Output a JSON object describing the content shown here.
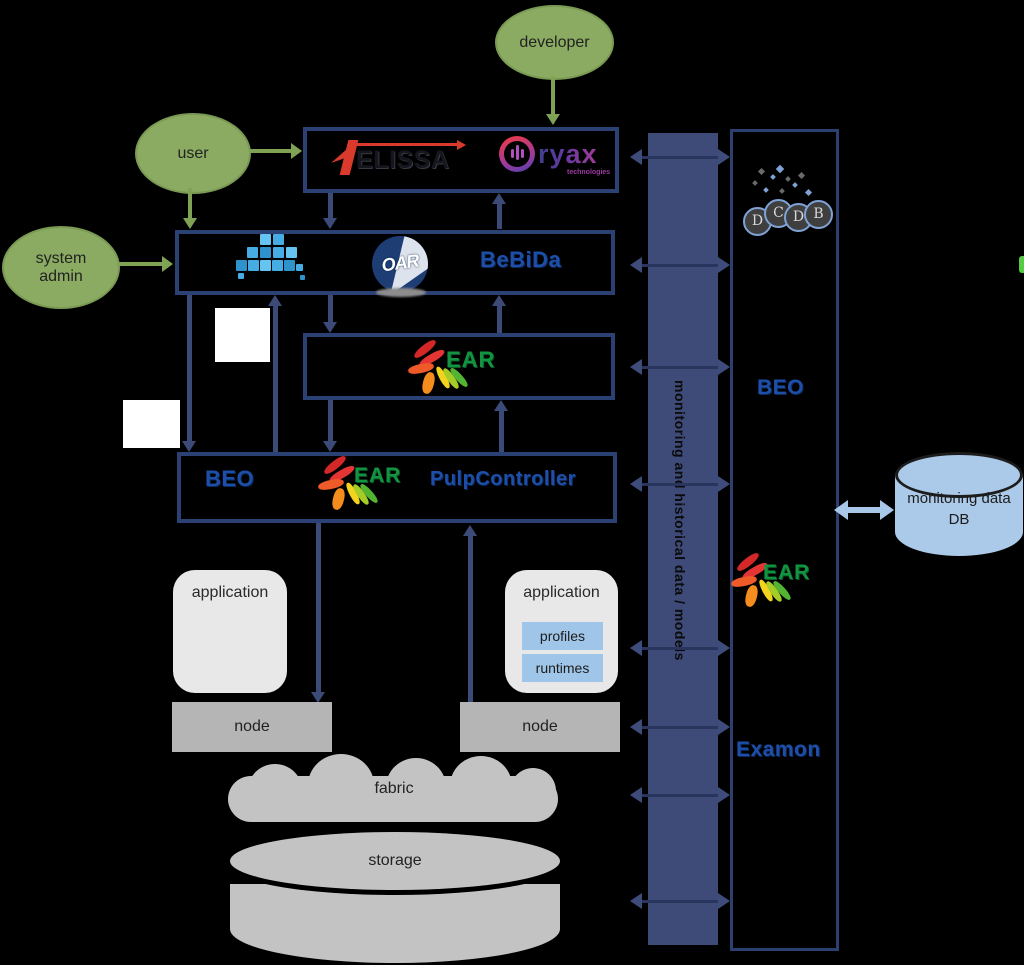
{
  "colors": {
    "actor_green": "#8aab61",
    "arrow_blue": "#3c4a77",
    "bar_blue": "#3e4b78",
    "border_blue": "#2c4173",
    "logo_blue": "#1d4fa8",
    "ear_green": "#129440",
    "melissa_red": "#d93a2b",
    "chip_light_blue": "#9fc5e8",
    "db_light_blue": "#abc9e9",
    "app_gray": "#e8e8e8",
    "node_gray": "#b5b5b5",
    "infra_gray": "#c3c3c3"
  },
  "actors": {
    "developer": "developer",
    "user": "user",
    "system_admin": "system admin"
  },
  "top_box": {
    "melissa": "ELISSA",
    "ryax": "ryax",
    "ryax_sub": "technologies"
  },
  "bebida": {
    "label": "BeBiDa",
    "oar": "OAR"
  },
  "ear_box": {
    "label": "EAR"
  },
  "pulp_box": {
    "beo": "BEO",
    "ear": "EAR",
    "label": "PulpController"
  },
  "left_stack": {
    "application": "application",
    "node": "node"
  },
  "right_stack": {
    "application": "application",
    "profiles": "profiles",
    "runtimes": "runtimes",
    "node": "node"
  },
  "infra": {
    "fabric": "fabric",
    "storage": "storage"
  },
  "bar": {
    "label": "monitoring and historical data / models"
  },
  "right_panel": {
    "dcdb": [
      "D",
      "C",
      "D",
      "B"
    ],
    "beo": "BEO",
    "ear": "EAR",
    "examon": "Examon"
  },
  "db": {
    "line1": "monitoring data",
    "line2": "DB"
  }
}
